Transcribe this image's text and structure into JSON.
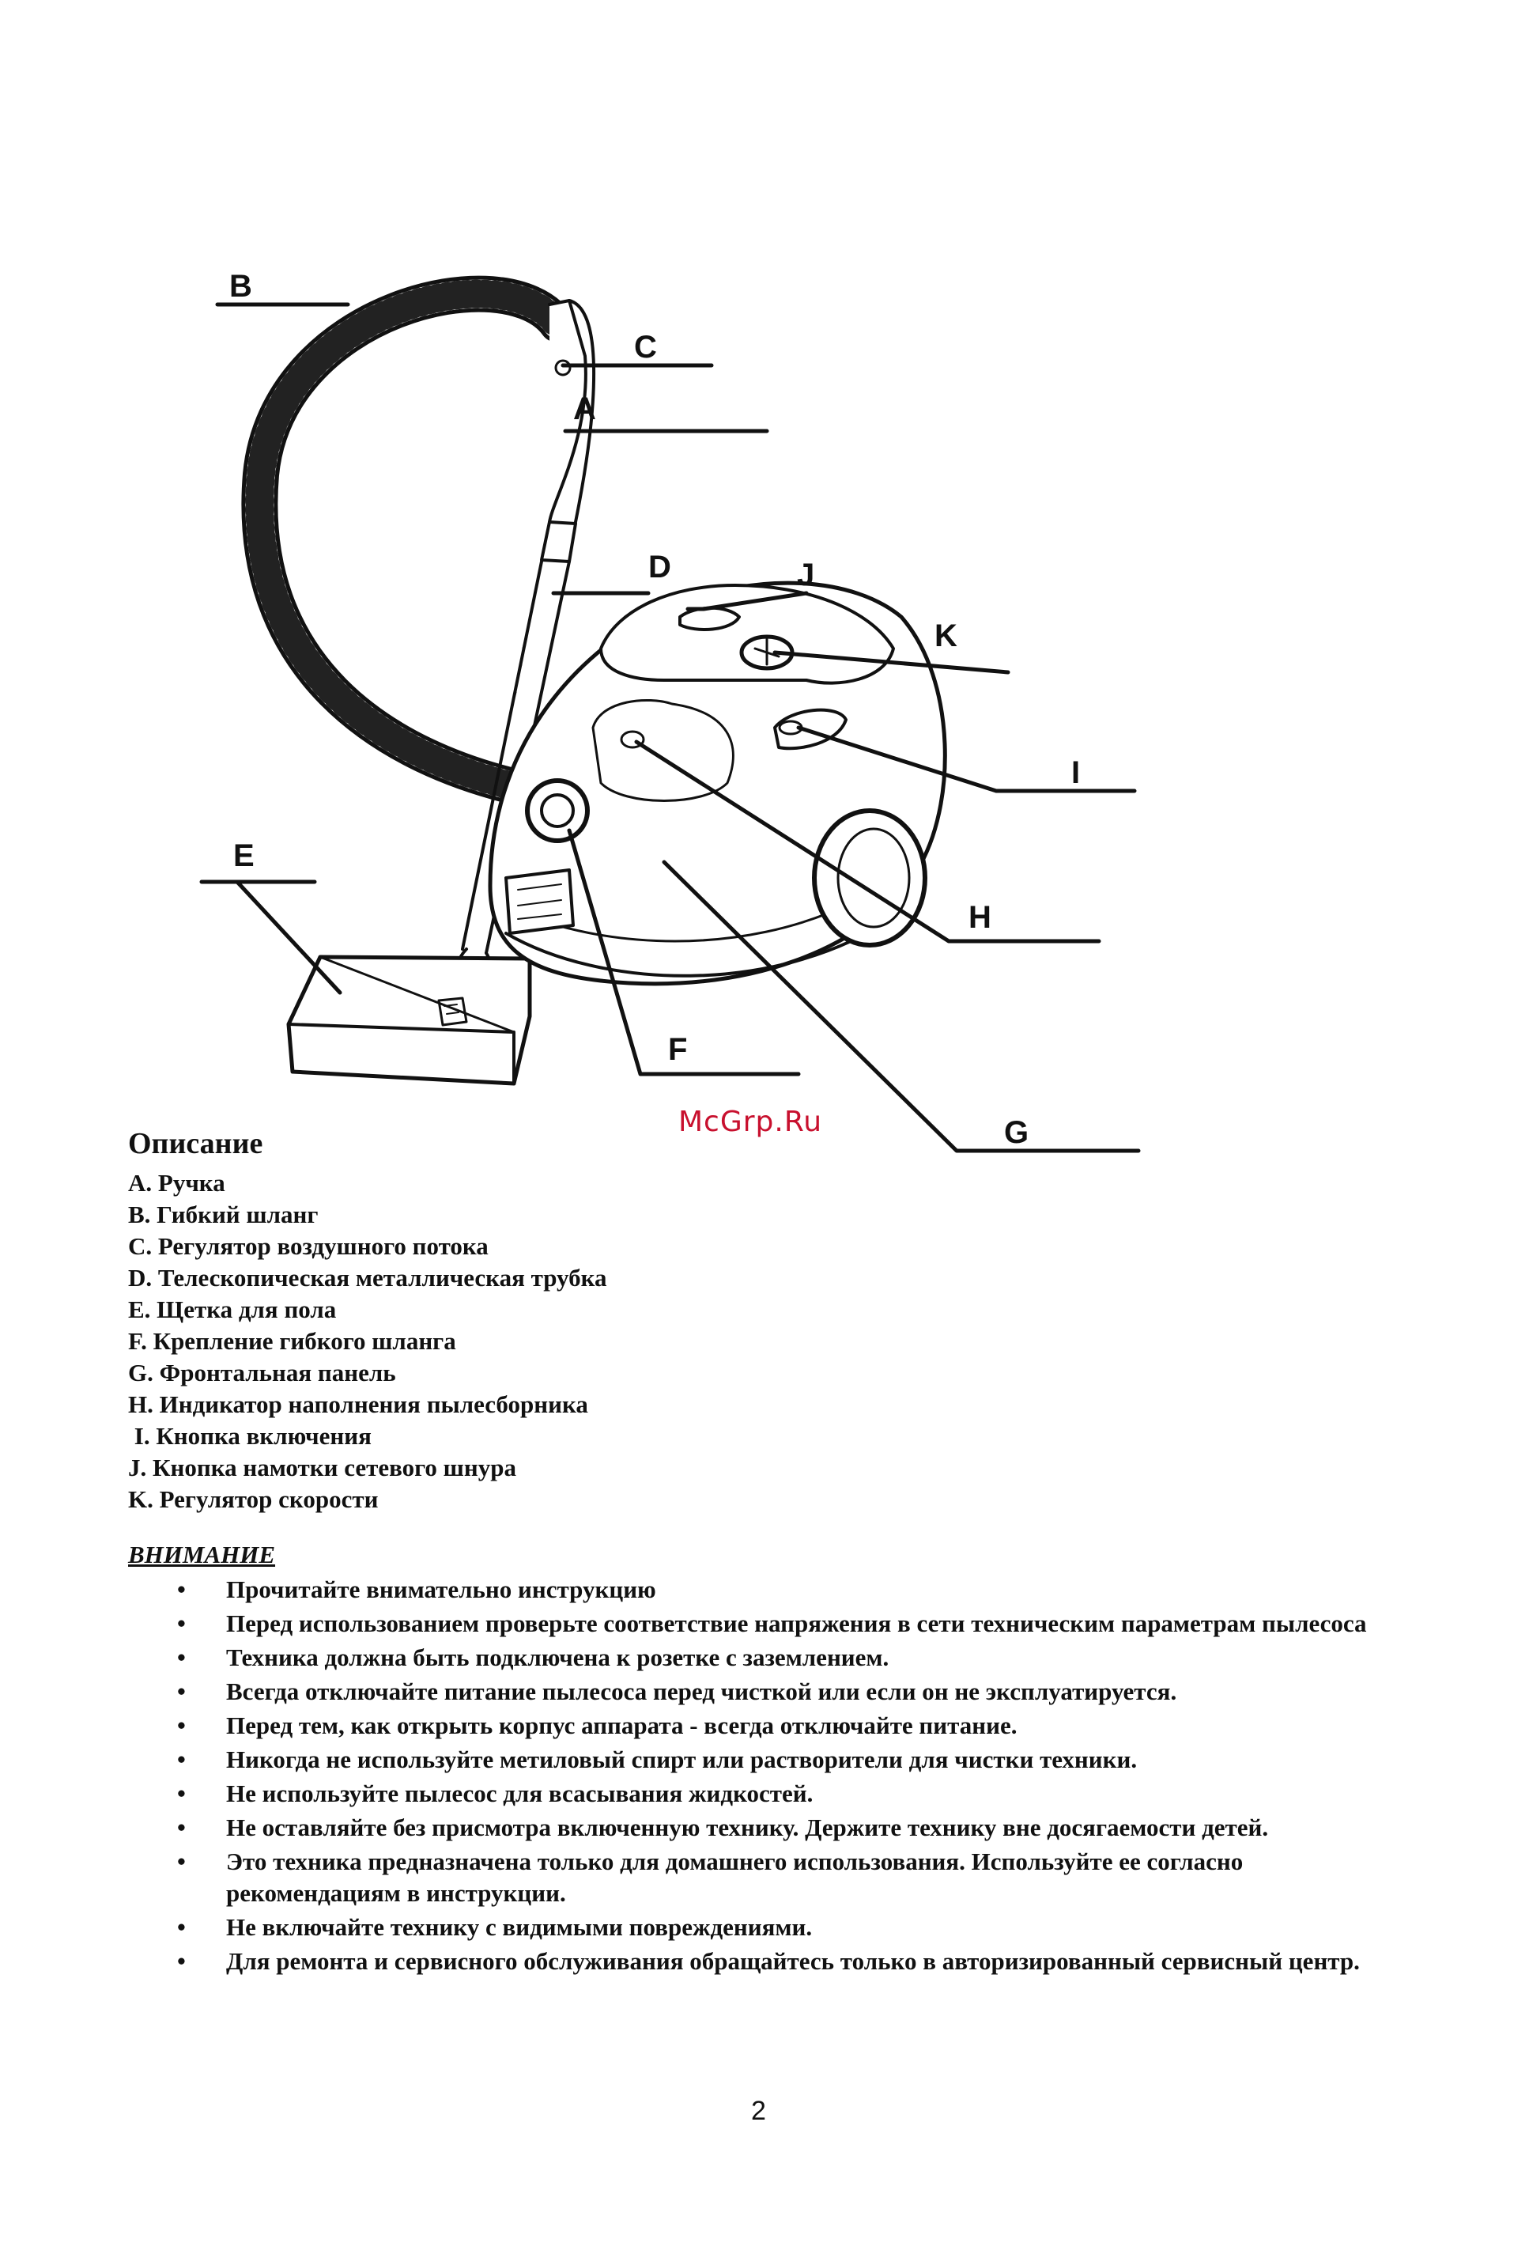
{
  "diagram": {
    "callouts": [
      "A",
      "B",
      "C",
      "D",
      "E",
      "F",
      "G",
      "H",
      "I",
      "J",
      "K"
    ]
  },
  "watermark": "McGrp.Ru",
  "description": {
    "title": "Описание",
    "items": [
      "A. Ручка",
      "B. Гибкий шланг",
      "C. Регулятор воздушного потока",
      "D. Телескопическая металлическая трубка",
      "E. Щетка для пола",
      "F. Крепление гибкого шланга",
      "G. Фронтальная панель",
      "H. Индикатор наполнения пылесборника",
      " I. Кнопка включения",
      "J. Кнопка намотки сетевого шнура",
      "K. Регулятор скорости"
    ]
  },
  "warning": {
    "title": "ВНИМАНИЕ",
    "bullet": "•",
    "items": [
      "Прочитайте внимательно  инструкцию",
      "Перед использованием проверьте соответствие напряжения  в сети  техническим параметрам пылесоса",
      "Техника должна быть подключена к розетке с заземлением.",
      "Всегда отключайте питание пылесоса перед чисткой или если он не эксплуатируется.",
      "Перед  тем, как открыть корпус аппарата -  всегда отключайте питание.",
      "Никогда не используйте метиловый спирт или растворители для чистки техники.",
      "Не используйте пылесос для всасывания жидкостей.",
      "Не оставляйте без присмотра включенную технику. Держите технику вне досягаемости детей.",
      "Это техника предназначена только для домашнего использования. Используйте ее согласно рекомендациям в инструкции.",
      "Не включайте технику с видимыми повреждениями.",
      "Для ремонта и сервисного обслуживания обращайтесь только в авторизированный сервисный центр."
    ]
  },
  "page_number": "2"
}
